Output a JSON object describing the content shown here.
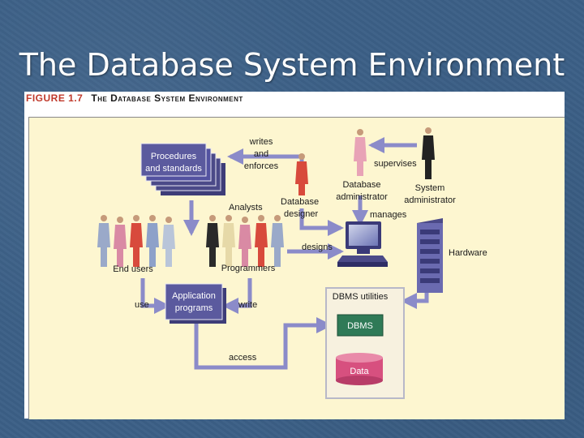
{
  "slide": {
    "title": "The Database System Environment"
  },
  "figure": {
    "number": "FIGURE 1.7",
    "title": "The Database System Environment"
  },
  "diagram": {
    "procedures_box": [
      "Procedures",
      "and standards"
    ],
    "writes_enforces": [
      "writes",
      "and",
      "enforces"
    ],
    "supervises": "supervises",
    "db_admin": [
      "Database",
      "administrator"
    ],
    "sys_admin": [
      "System",
      "administrator"
    ],
    "analysts": "Analysts",
    "db_designer": [
      "Database",
      "designer"
    ],
    "manages": "manages",
    "end_users": "End users",
    "programmers": "Programmers",
    "designs": "designs",
    "hardware": "Hardware",
    "app_box": [
      "Application",
      "programs"
    ],
    "use": "use",
    "write": "write",
    "dbms_utilities": "DBMS utilities",
    "dbms": "DBMS",
    "data": "Data",
    "access": "access"
  },
  "colors": {
    "box_purple": "#5b5a9e",
    "arrow": "#8b8bc9",
    "panel_bg": "#fdf6d0",
    "dbms_green": "#2f7a57",
    "data_pink": "#d7507f"
  }
}
